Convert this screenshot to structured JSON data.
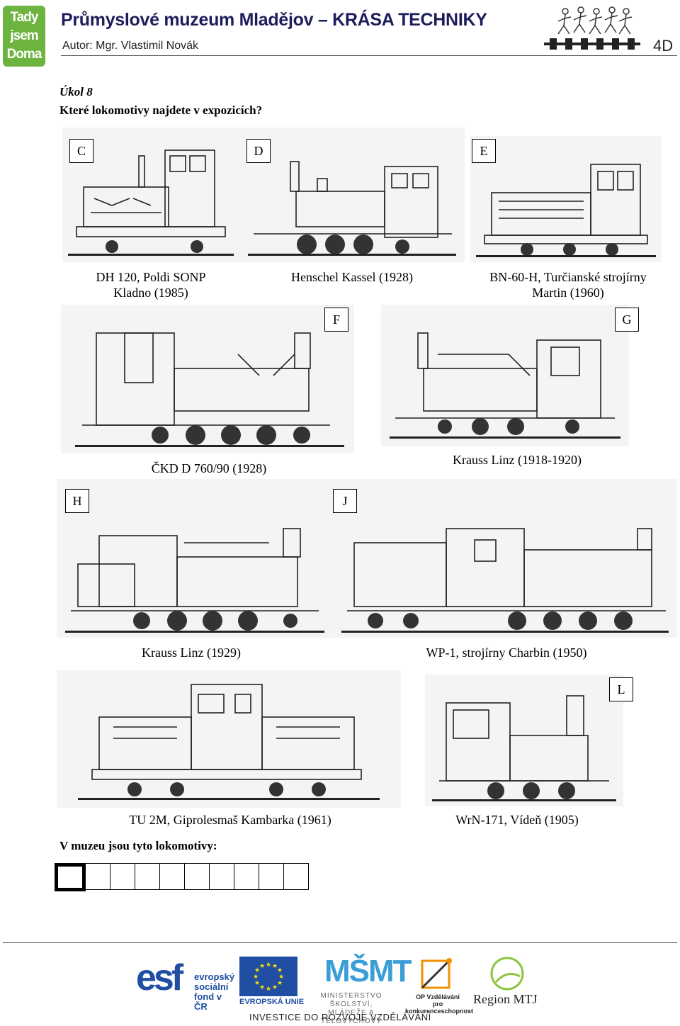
{
  "header": {
    "logo_lines": [
      "Tady",
      "jsem",
      "Doma"
    ],
    "title": "Průmyslové muzeum Mladějov – KRÁSA TECHNIKY",
    "author": "Autor: Mgr. Vlastimil Novák",
    "grade": "4D"
  },
  "task": {
    "label": "Úkol 8",
    "question": "Které lokomotivy najdete v expozicích?"
  },
  "locomotives": [
    {
      "letter": "C",
      "caption": [
        "DH 120, Poldi SONP",
        "Kladno (1985)"
      ],
      "icon": "diesel-locomotive-drawing"
    },
    {
      "letter": "D",
      "caption": [
        "Henschel Kassel (1928)"
      ],
      "icon": "steam-locomotive-drawing"
    },
    {
      "letter": "E",
      "caption": [
        "BN-60-H, Turčianské strojírny",
        "Martin (1960)"
      ],
      "icon": "diesel-locomotive-drawing"
    },
    {
      "letter": "F",
      "caption": [
        "ČKD D 760/90 (1928)"
      ],
      "icon": "steam-locomotive-drawing"
    },
    {
      "letter": "G",
      "caption": [
        "Krauss Linz (1918-1920)"
      ],
      "icon": "steam-locomotive-drawing"
    },
    {
      "letter": "H",
      "caption": [
        "Krauss Linz (1929)"
      ],
      "icon": "steam-locomotive-drawing"
    },
    {
      "letter": "J",
      "caption": [
        "WP-1, strojírny Charbin (1950)"
      ],
      "icon": "steam-locomotive-with-tender-drawing"
    },
    {
      "letter": "",
      "caption": [
        "TU 2M, Giprolesmaš Kambarka (1961)"
      ],
      "icon": "diesel-locomotive-drawing"
    },
    {
      "letter": "L",
      "caption": [
        "WrN-171, Vídeň (1905)"
      ],
      "icon": "steam-locomotive-drawing"
    }
  ],
  "answer": {
    "label": "V muzeu jsou tyto lokomotivy:",
    "box_count": 10
  },
  "footer": {
    "esf_mark": "esf",
    "esf_text": [
      "evropský",
      "sociální",
      "fond v ČR"
    ],
    "eu_text": "EVROPSKÁ UNIE",
    "msmt_mark": "MŠMT",
    "msmt_text": [
      "MINISTERSTVO ŠKOLSTVÍ,",
      "MLÁDEŽE A TĚLOVÝCHOVY"
    ],
    "op_text": [
      "OP Vzdělávání",
      "pro konkurenceschopnost"
    ],
    "region_text": "Region MTJ",
    "invest_text": "INVESTICE DO ROZVOJE VZDĚLÁVÁNÍ",
    "colors": {
      "esf_blue": "#1f4ea3",
      "msmt_blue": "#3a9fd6",
      "eu_star": "#ffdd00",
      "region_green": "#8cc63f",
      "logo_green": "#6db33f",
      "title_navy": "#1d1d5c"
    }
  }
}
